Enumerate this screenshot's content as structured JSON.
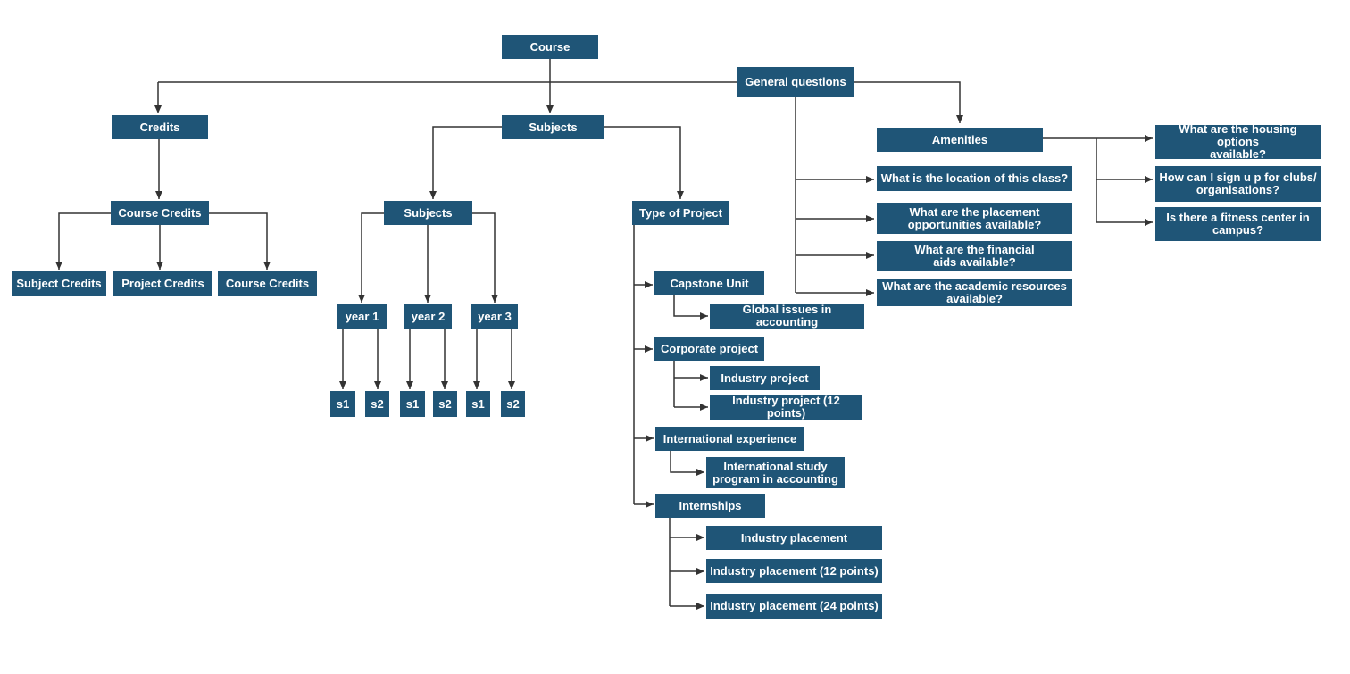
{
  "colors": {
    "node_fill": "#1f5577",
    "node_text": "#ffffff",
    "connector": "#333333",
    "background": "#ffffff"
  },
  "nodes": {
    "course": "Course",
    "general_questions": "General questions",
    "credits": "Credits",
    "subjects_top": "Subjects",
    "course_credits": "Course Credits",
    "subject_credits": "Subject Credits",
    "project_credits": "Project Credits",
    "course_credits_2": "Course Credits",
    "subjects_mid": "Subjects",
    "year1": "year 1",
    "year2": "year 2",
    "year3": "year 3",
    "s1_a": "s1",
    "s2_a": "s2",
    "s1_b": "s1",
    "s2_b": "s2",
    "s1_c": "s1",
    "s2_c": "s2",
    "type_of_project": "Type of Project",
    "capstone_unit": "Capstone Unit",
    "global_issues": "Global issues in accounting",
    "corporate_project": "Corporate project",
    "industry_project": "Industry project",
    "industry_project_12": "Industry project (12 points)",
    "international_experience": "International experience",
    "international_study": "International study\nprogram in accounting",
    "internships": "Internships",
    "industry_placement": "Industry placement",
    "industry_placement_12": "Industry placement (12 points)",
    "industry_placement_24": "Industry placement (24 points)",
    "amenities": "Amenities",
    "location_question": "What is the location of this class?",
    "placement_question": "What are the placement\nopportunities available?",
    "financial_question": "What are the financial\naids available?",
    "academic_question": "What are the academic resources\navailable?",
    "housing_question": "What are the housing options\navailable?",
    "clubs_question": "How can I sign u p for clubs/\norganisations?",
    "fitness_question": "Is there a fitness center in\ncampus?"
  }
}
